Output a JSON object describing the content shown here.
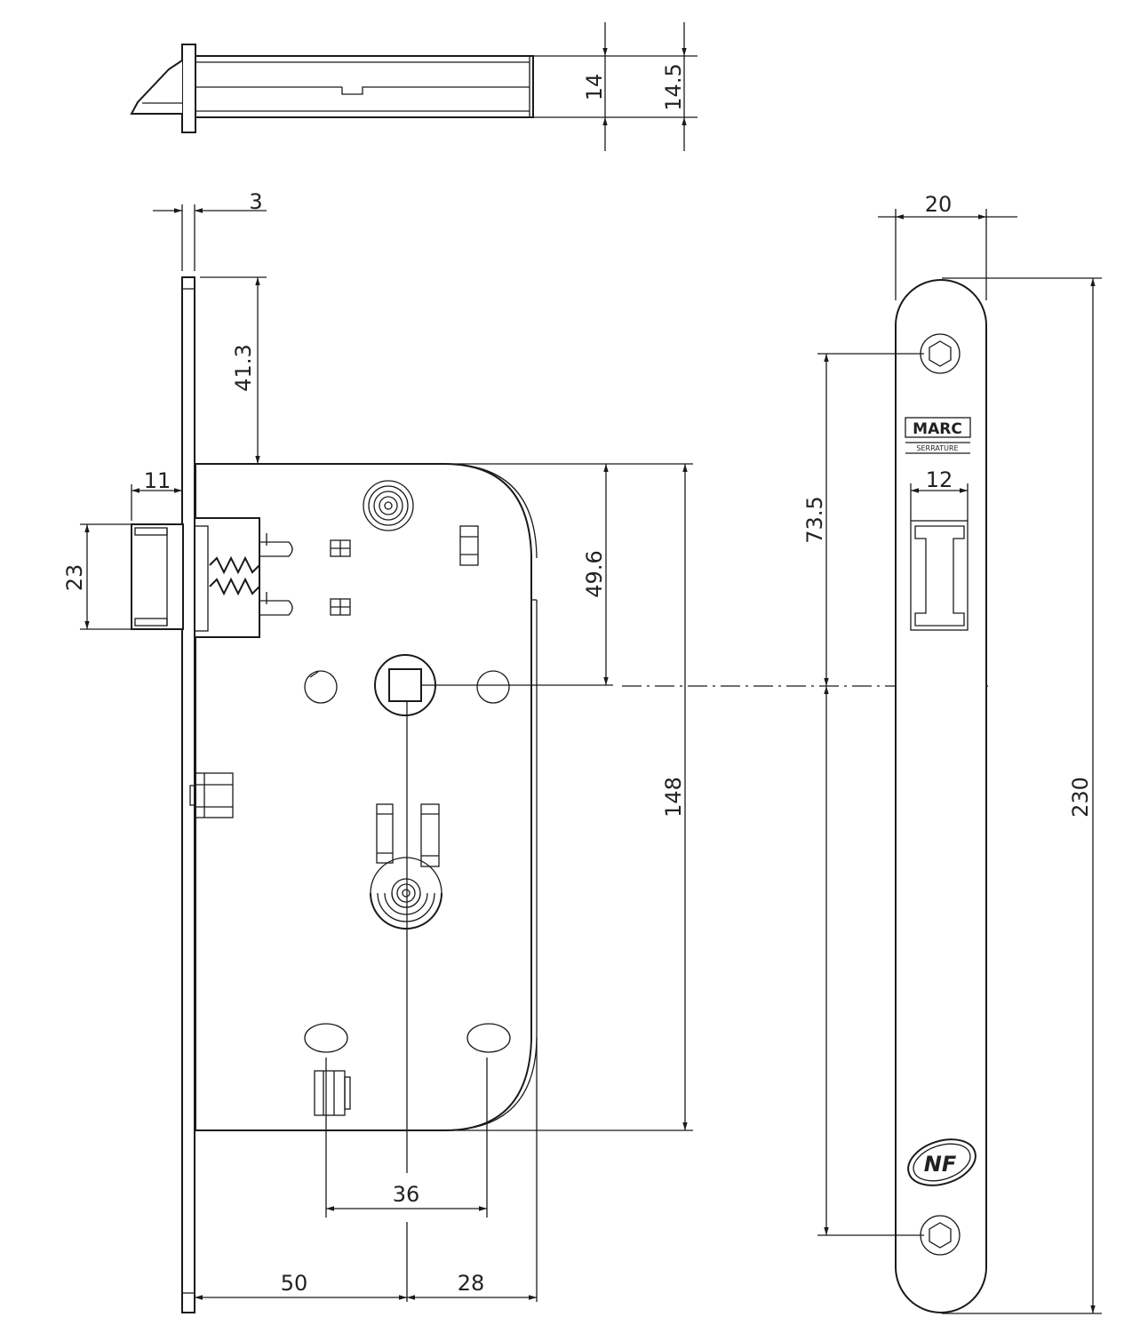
{
  "dimensions": {
    "latch_height": "14",
    "latch_total_height": "14.5",
    "faceplate_thickness": "3",
    "top_offset": "41.3",
    "latch_projection": "11",
    "latch_width": "23",
    "handle_axis_from_top": "49.6",
    "case_height": "148",
    "strike_width": "20",
    "strike_opening_width": "12",
    "strike_hole_to_axis": "73.5",
    "strike_height": "230",
    "handle_to_key_distance": "36",
    "backset": "50",
    "case_depth_rest": "28"
  },
  "marks": {
    "brand_logo": "MARC",
    "brand_sub": "SERRATURE",
    "certification": "NF"
  },
  "icons": [
    "screw-icon",
    "spring-icon",
    "nf-certification-icon",
    "marc-logo-icon"
  ],
  "colors": {
    "line": "#1a1a1a",
    "background": "#ffffff"
  }
}
